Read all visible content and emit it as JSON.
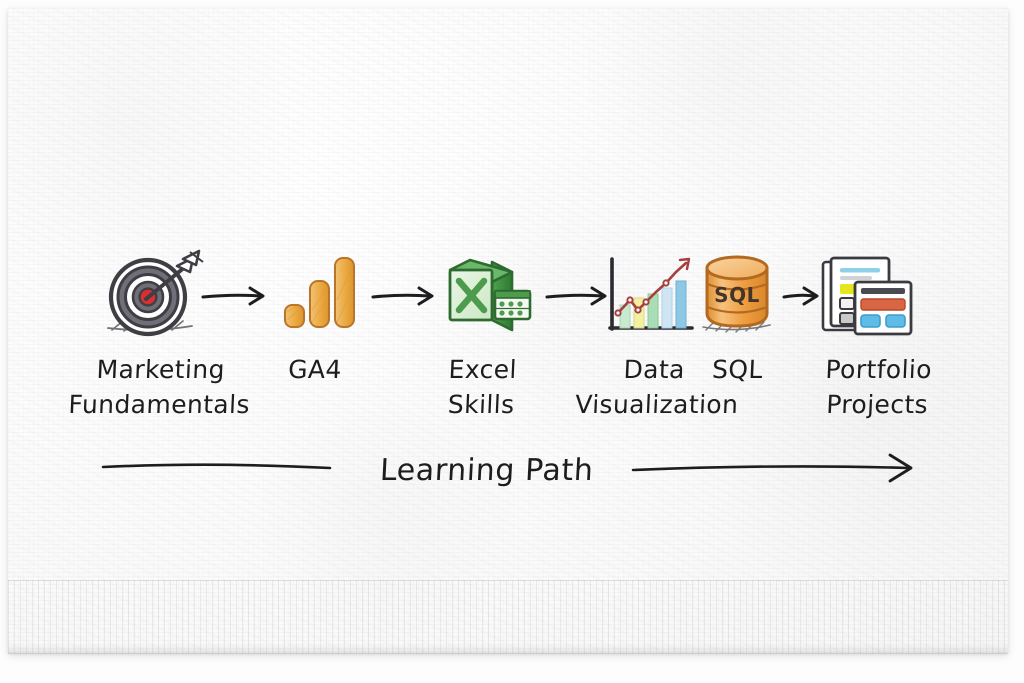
{
  "scene": {
    "medium": "napkin-sketch",
    "background_color": "#fdfdfd",
    "napkin_color": "#fbfbfb",
    "ink_color": "#1d1d1f"
  },
  "diagram": {
    "title_caption": "Learning Path",
    "flow_direction": "left-to-right",
    "arrow_count": 5,
    "steps": [
      {
        "id": "marketing-fundamentals",
        "label": "Marketing\nFundamentals",
        "label_line_1": "Marketing",
        "label_line_2": "Fundamentals",
        "icon": "target-dartboard-icon",
        "icon_colors": [
          "#4a4a4f",
          "#d92d2d",
          "#ffffff"
        ]
      },
      {
        "id": "ga4",
        "label": "GA4",
        "label_line_1": "GA4",
        "label_line_2": "",
        "icon": "bar-chart-analytics-icon",
        "icon_colors": [
          "#e8a33d",
          "#f0bc63",
          "#d9933a"
        ]
      },
      {
        "id": "excel-skills",
        "label": "Excel\nSkills",
        "label_line_1": "Excel",
        "label_line_2": "Skills",
        "icon": "excel-spreadsheet-icon",
        "icon_colors": [
          "#3f8f3f",
          "#7fc47f",
          "#dff0df"
        ]
      },
      {
        "id": "data-visualization",
        "label": "Data\nVisualization",
        "label_line_1": "Data",
        "label_line_2": "Visualization",
        "icon": "combo-chart-icon",
        "icon_colors": [
          "#b03a3a",
          "#9ccfe0",
          "#f0e87a",
          "#a8ddb0"
        ]
      },
      {
        "id": "sql",
        "label": "SQL",
        "label_line_1": "SQL",
        "label_line_2": "",
        "icon": "database-cylinder-icon",
        "icon_label": "SQL",
        "icon_colors": [
          "#ea9a3e",
          "#f5bd74"
        ]
      },
      {
        "id": "portfolio-projects",
        "label": "Portfolio\nProjects",
        "label_line_1": "Portfolio",
        "label_line_2": "Projects",
        "icon": "document-stack-icon",
        "icon_colors": [
          "#5bbce4",
          "#e0e020",
          "#d4603c",
          "#c8c8c8"
        ]
      }
    ]
  }
}
